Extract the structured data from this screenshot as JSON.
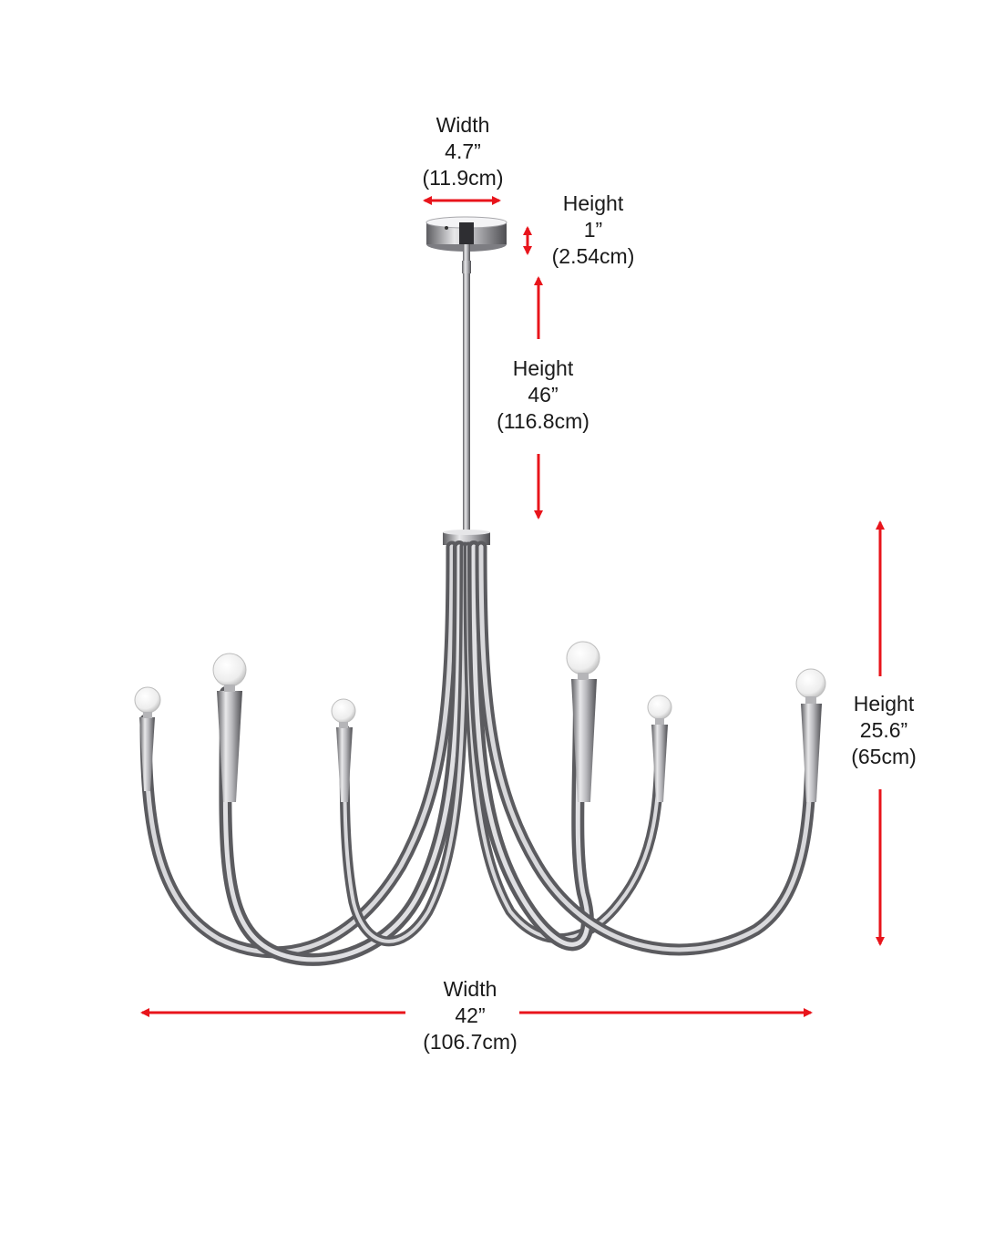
{
  "colors": {
    "arrow": "#e8141b",
    "chrome": "#a8a8ac",
    "chrome_dark": "#5c5c60",
    "text": "#1a1a1a",
    "background": "#ffffff"
  },
  "dimensions": {
    "canopy_width": {
      "label": "Width",
      "imperial": "4.7”",
      "metric": "(11.9cm)"
    },
    "canopy_height": {
      "label": "Height",
      "imperial": "1”",
      "metric": "(2.54cm)"
    },
    "rod_height": {
      "label": "Height",
      "imperial": "46”",
      "metric": "(116.8cm)"
    },
    "body_height": {
      "label": "Height",
      "imperial": "25.6”",
      "metric": "(65cm)"
    },
    "total_width": {
      "label": "Width",
      "imperial": "42”",
      "metric": "(106.7cm)"
    }
  }
}
